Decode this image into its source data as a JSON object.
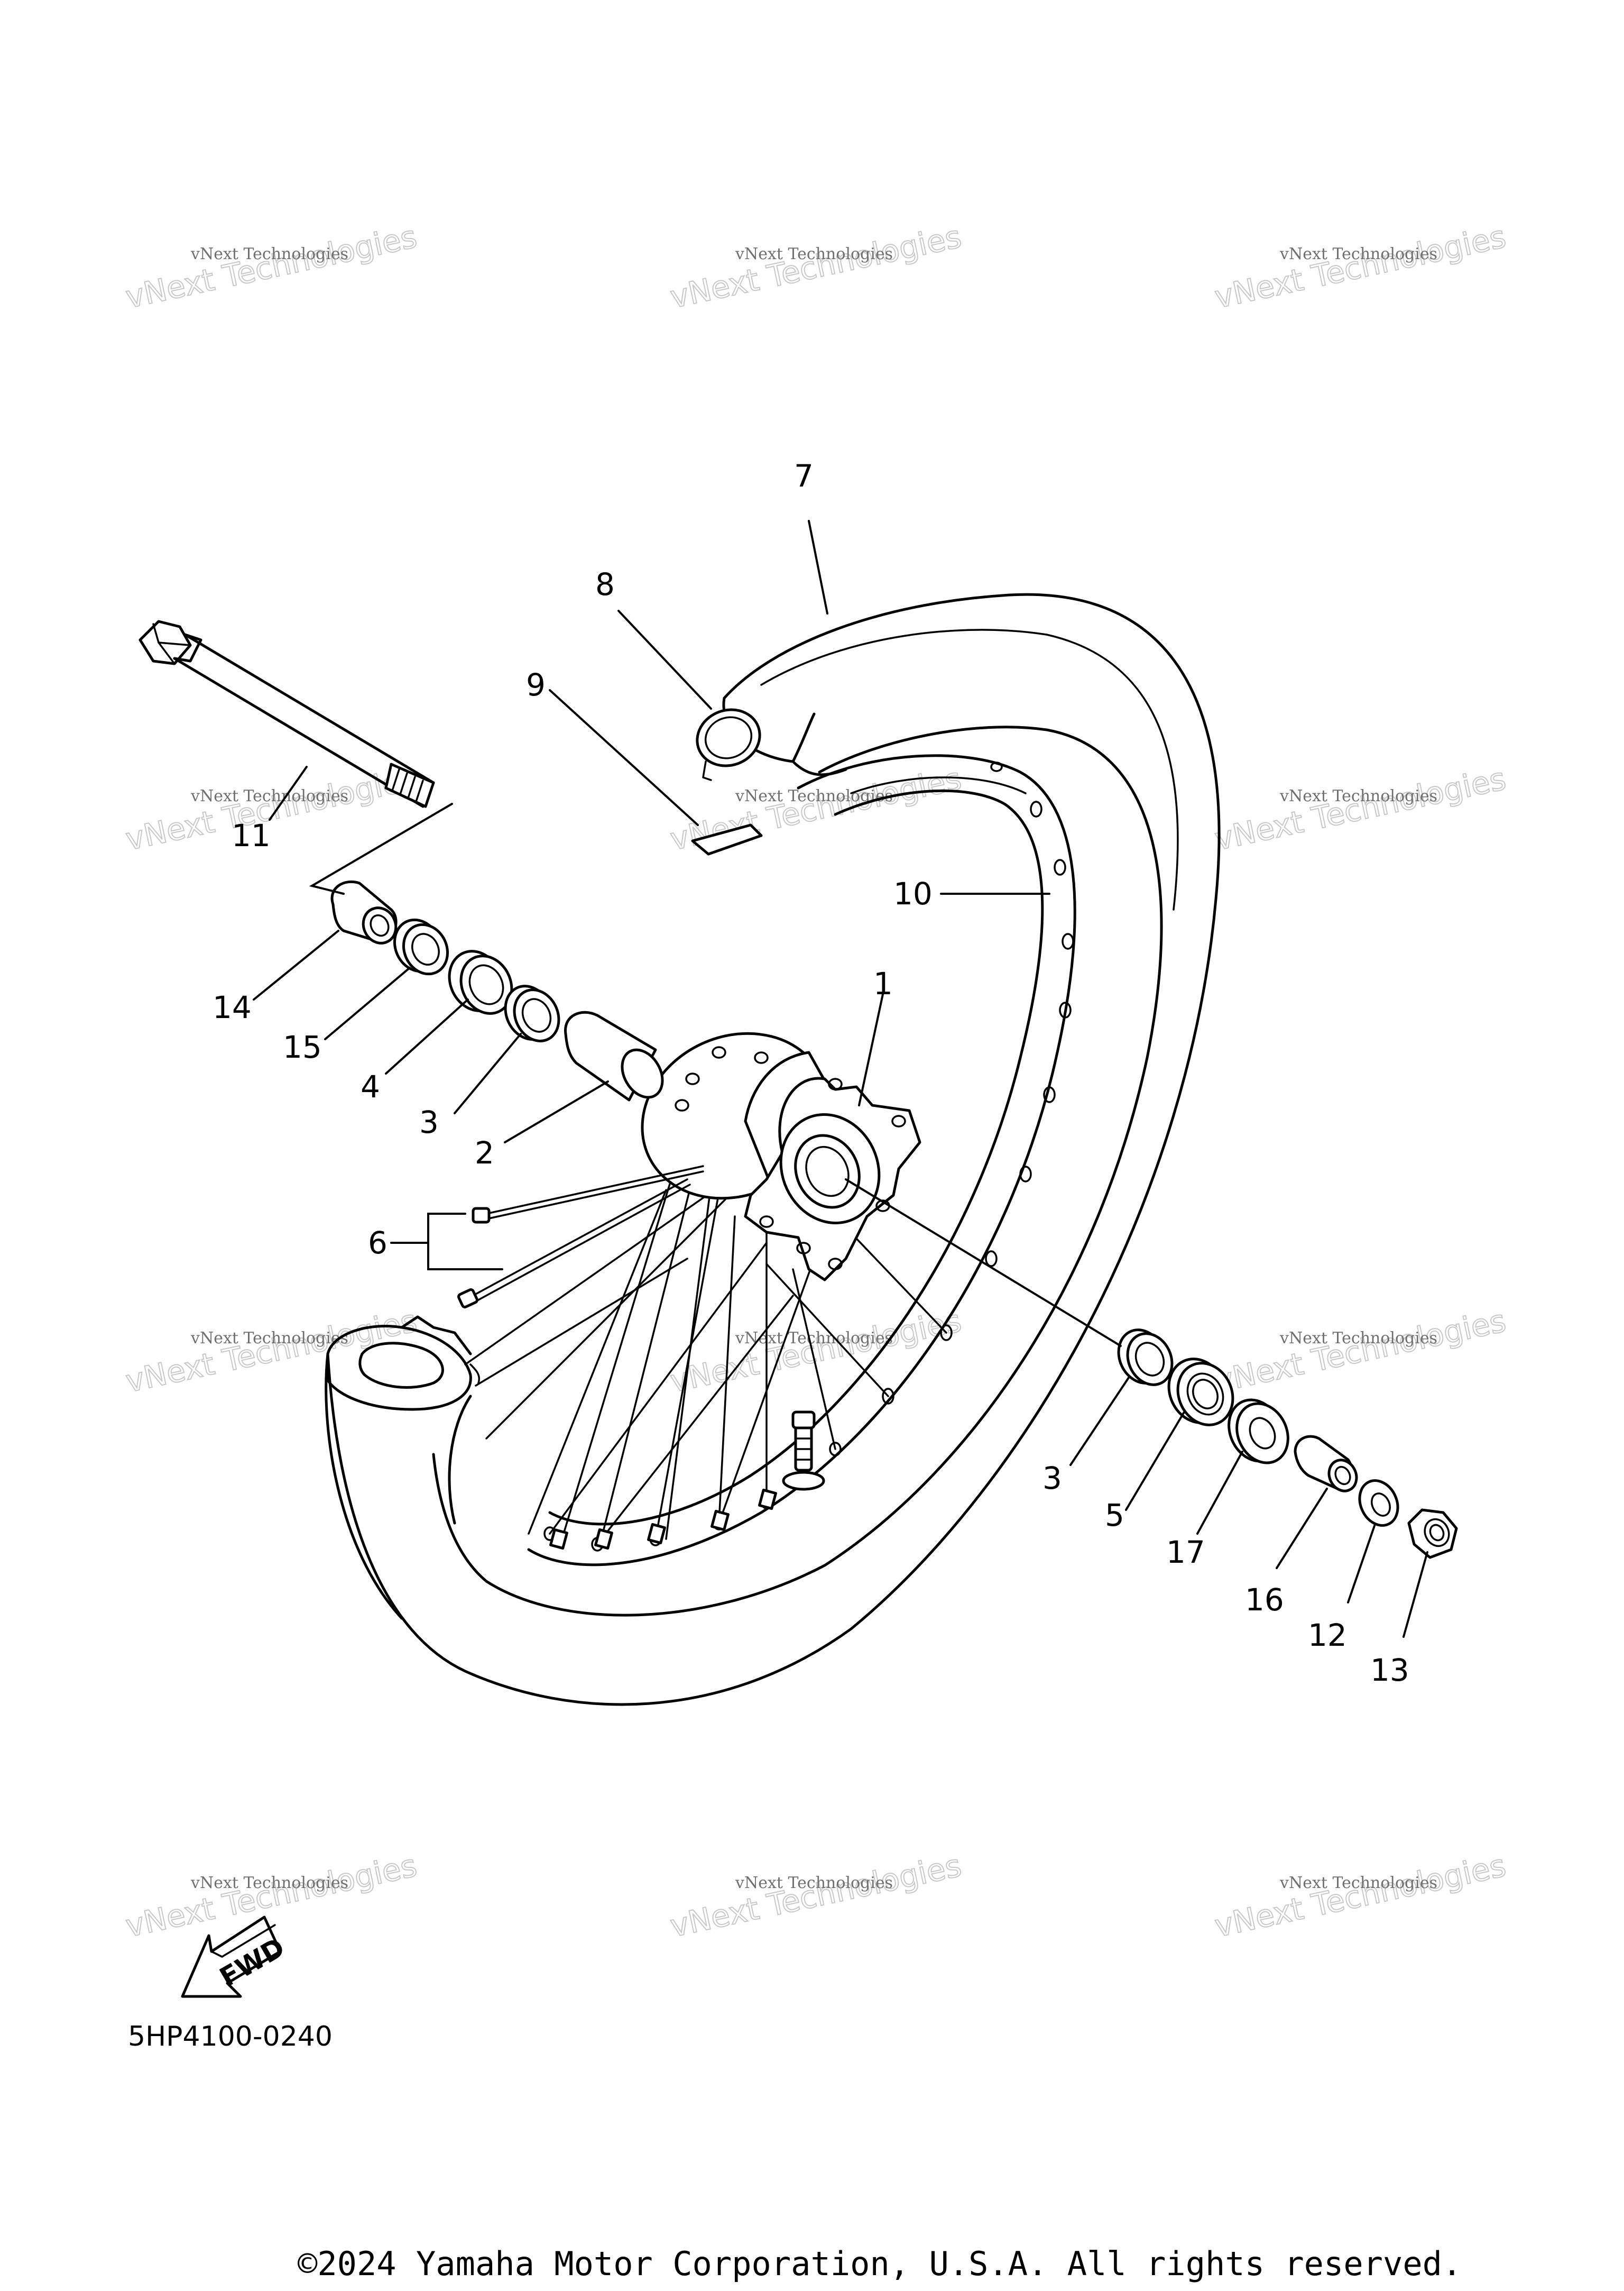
{
  "diagram": {
    "part_code": "5HP4100-0240",
    "copyright": "©2024 Yamaha Motor Corporation, U.S.A. All rights reserved.",
    "fwd_label": "FWD",
    "watermark": {
      "line1": "vNext Technologies",
      "line2": "vNext Technologies"
    },
    "callouts": {
      "c1": "1",
      "c2": "2",
      "c3a": "3",
      "c3b": "3",
      "c4": "4",
      "c5": "5",
      "c6": "6",
      "c7": "7",
      "c8": "8",
      "c9": "9",
      "c10": "10",
      "c11": "11",
      "c12": "12",
      "c13": "13",
      "c14": "14",
      "c15": "15",
      "c16": "16",
      "c17": "17"
    }
  }
}
